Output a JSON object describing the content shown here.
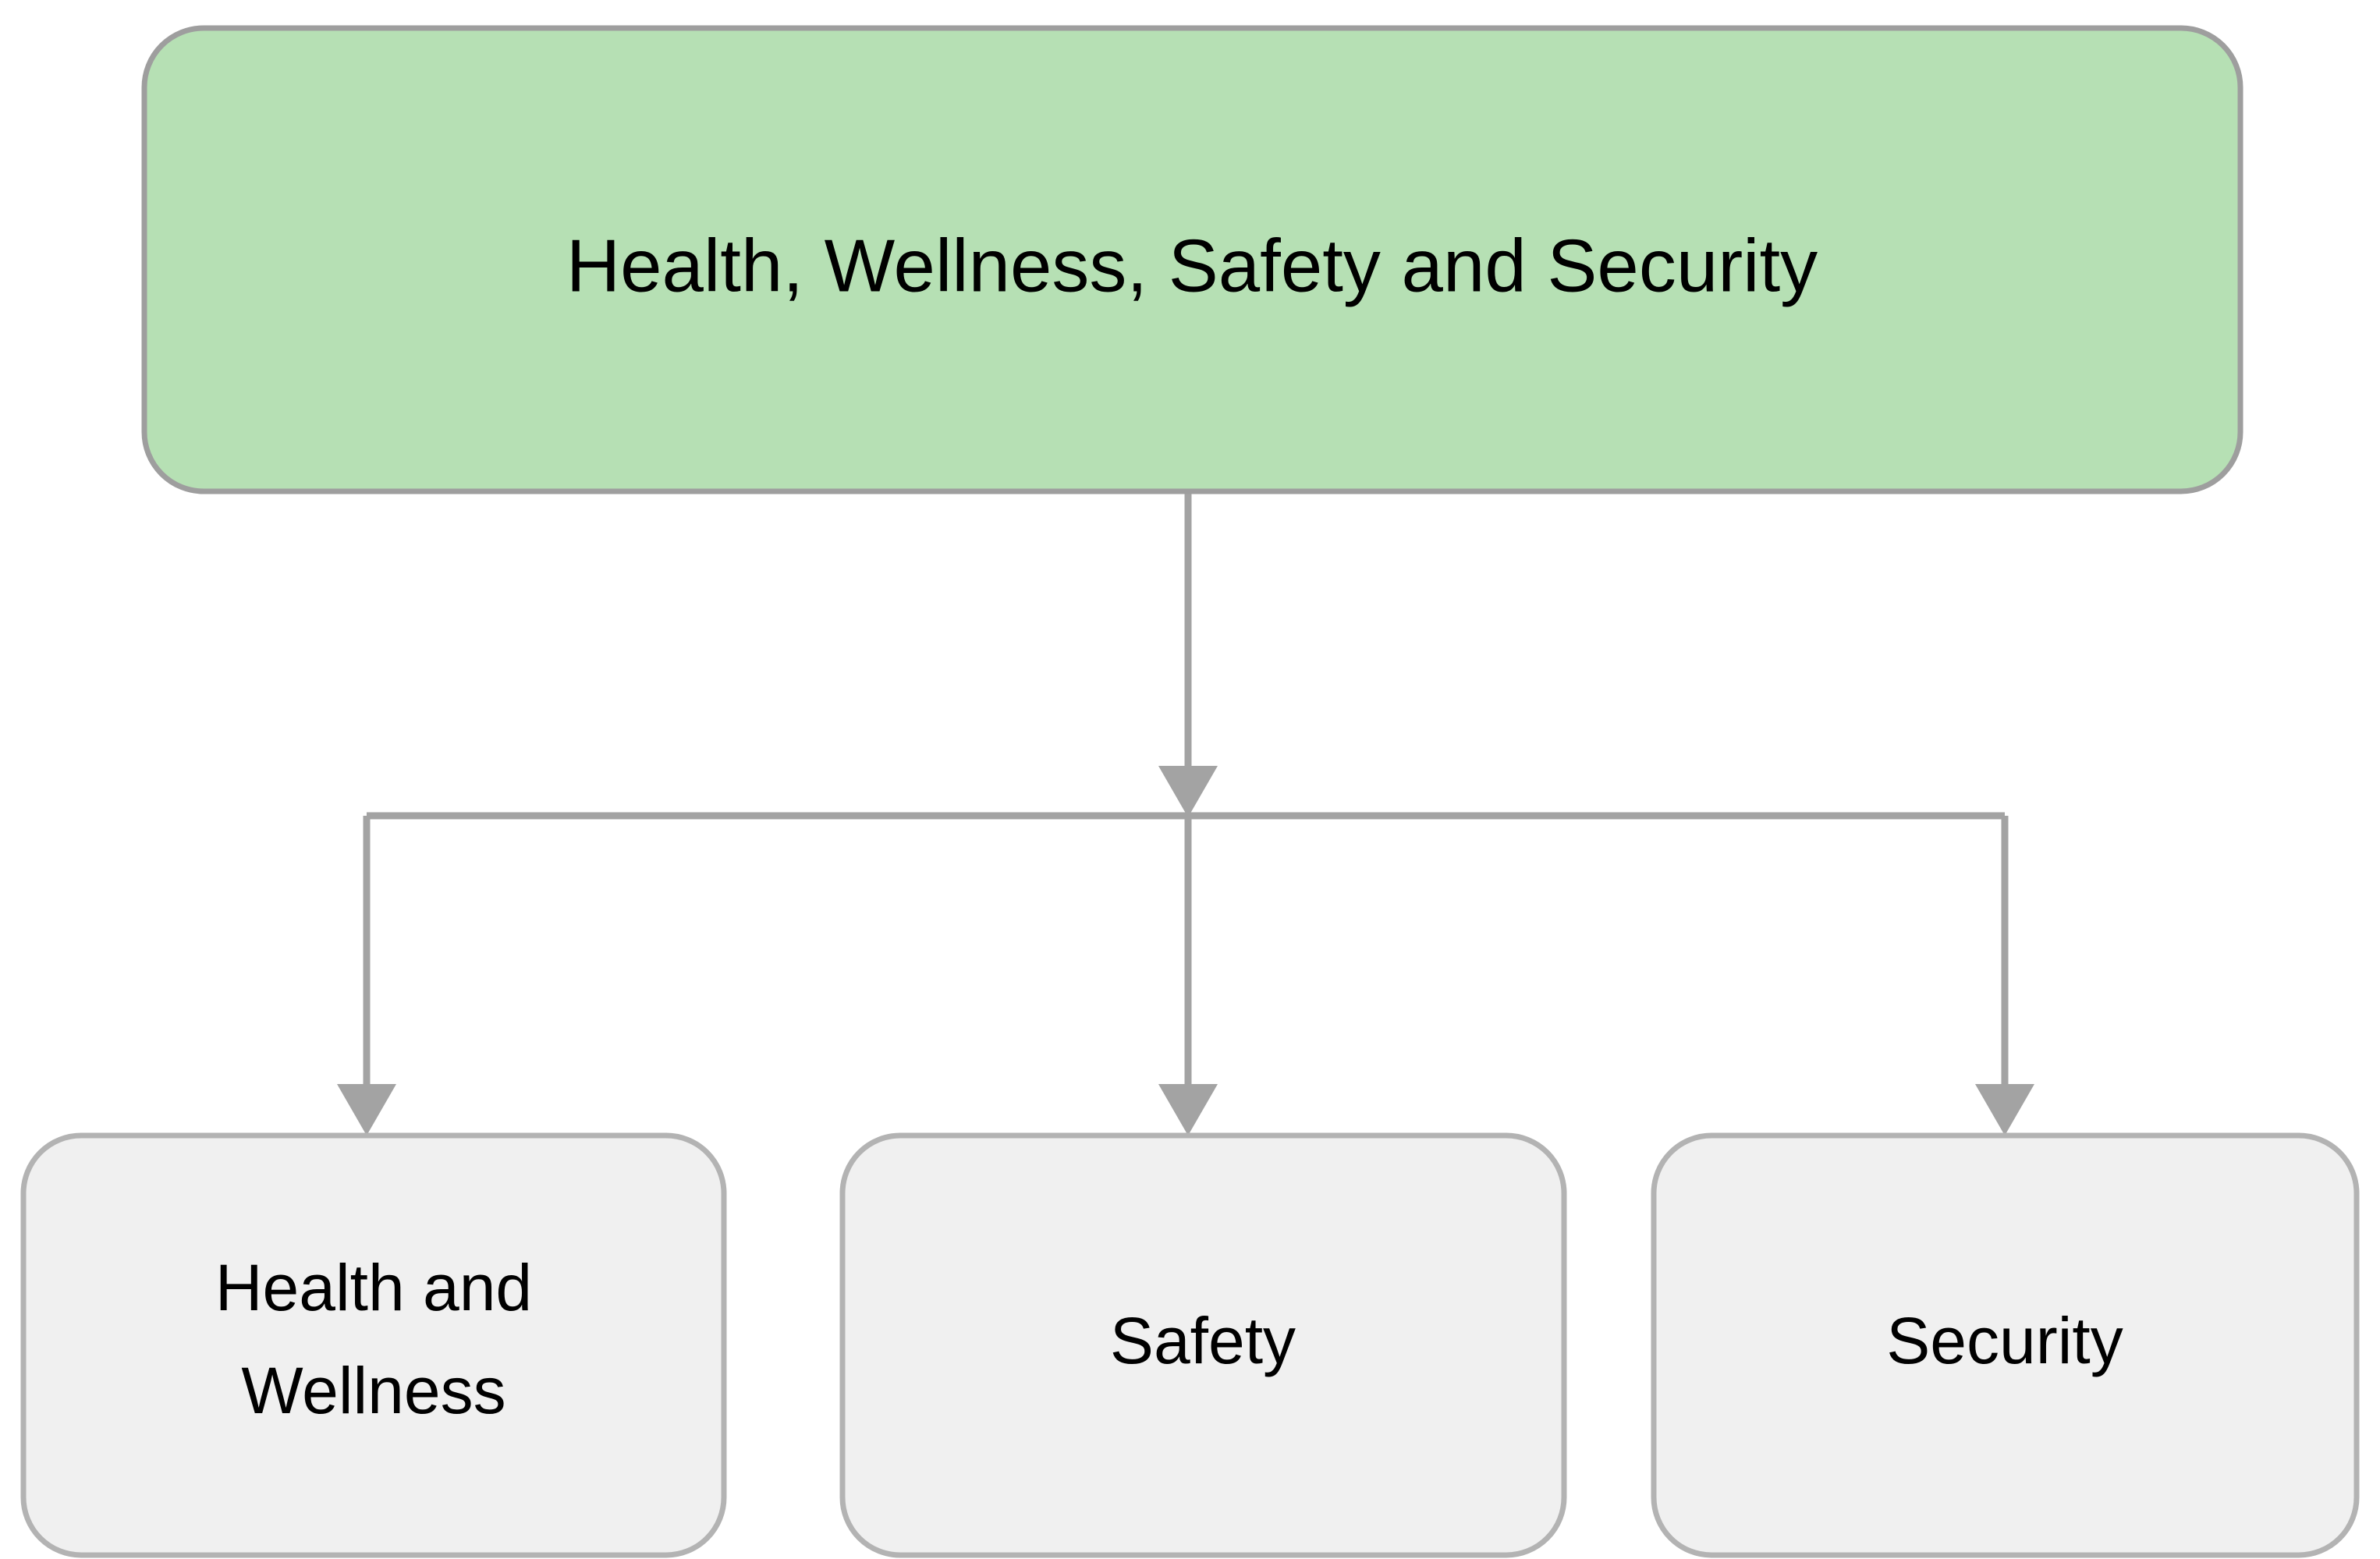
{
  "diagram": {
    "title": "Health, Wellness, Safety and Security",
    "type": "hierarchy-tree",
    "orientation": "top-down",
    "background_color": "#ffffff",
    "root": {
      "id": "root",
      "label": "Health, Wellness, Safety and Security",
      "fill_color": "#b6e0b4",
      "border_color": "#9e9e9e",
      "text_color": "#000000"
    },
    "children": [
      {
        "id": "health-and-wellness",
        "label_line1": "Health and",
        "label_line2": "Wellness",
        "label": "Health and Wellness",
        "fill_color": "#f0f0f0",
        "border_color": "#b3b3b3",
        "text_color": "#000000"
      },
      {
        "id": "safety",
        "label_line1": "Safety",
        "label_line2": "",
        "label": "Safety",
        "fill_color": "#f0f0f0",
        "border_color": "#b3b3b3",
        "text_color": "#000000"
      },
      {
        "id": "security",
        "label_line1": "Security",
        "label_line2": "",
        "label": "Security",
        "fill_color": "#f0f0f0",
        "border_color": "#b3b3b3",
        "text_color": "#000000"
      }
    ],
    "edges": {
      "color": "#a3a3a3",
      "stroke_width": 9,
      "arrowhead": "triangle",
      "connections": [
        {
          "from": "root",
          "to": "split-bar"
        },
        {
          "from": "split-bar",
          "to": "health-and-wellness"
        },
        {
          "from": "split-bar",
          "to": "safety"
        },
        {
          "from": "split-bar",
          "to": "security"
        }
      ]
    }
  }
}
